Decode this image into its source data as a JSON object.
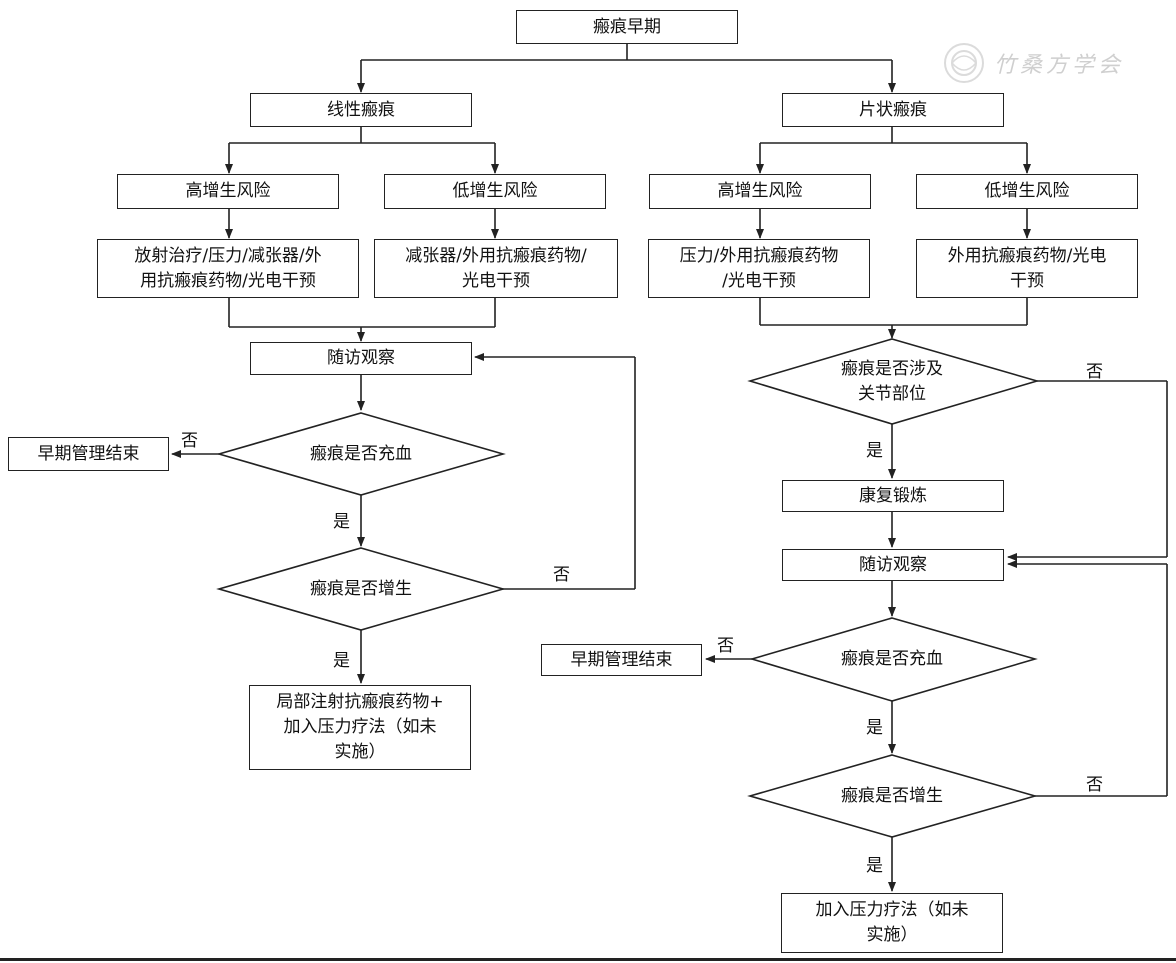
{
  "watermark": {
    "text": "竹桑方学会"
  },
  "nodes": {
    "start": "瘢痕早期",
    "linear": "线性瘢痕",
    "sheet": "片状瘢痕",
    "l_high": "高增生风险",
    "l_low": "低增生风险",
    "s_high": "高增生风险",
    "s_low": "低增生风险",
    "l_high_tx": "放射治疗/压力/减张器/外\n用抗瘢痕药物/光电干预",
    "l_low_tx": "减张器/外用抗瘢痕药物/\n光电干预",
    "s_high_tx": "压力/外用抗瘢痕药物\n/光电干预",
    "s_low_tx": "外用抗瘢痕药物/光电\n干预",
    "l_follow": "随访观察",
    "l_end": "早期管理结束",
    "l_congest": "瘢痕是否充血",
    "l_hyper": "瘢痕是否增生",
    "l_final": "局部注射抗瘢痕药物+\n加入压力疗法（如未\n实施）",
    "s_joint": "瘢痕是否涉及\n关节部位",
    "s_rehab": "康复锻炼",
    "s_follow": "随访观察",
    "s_end": "早期管理结束",
    "s_congest": "瘢痕是否充血",
    "s_hyper": "瘢痕是否增生",
    "s_final": "加入压力疗法（如未\n实施）"
  },
  "labels": {
    "l_no_end": "否",
    "l_yes_hyper": "是",
    "l_no_loop": "否",
    "l_yes_final": "是",
    "s_no_joint": "否",
    "s_yes_joint": "是",
    "s_no_end": "否",
    "s_yes_hyper": "是",
    "s_no_loop": "否",
    "s_yes_final": "是"
  }
}
